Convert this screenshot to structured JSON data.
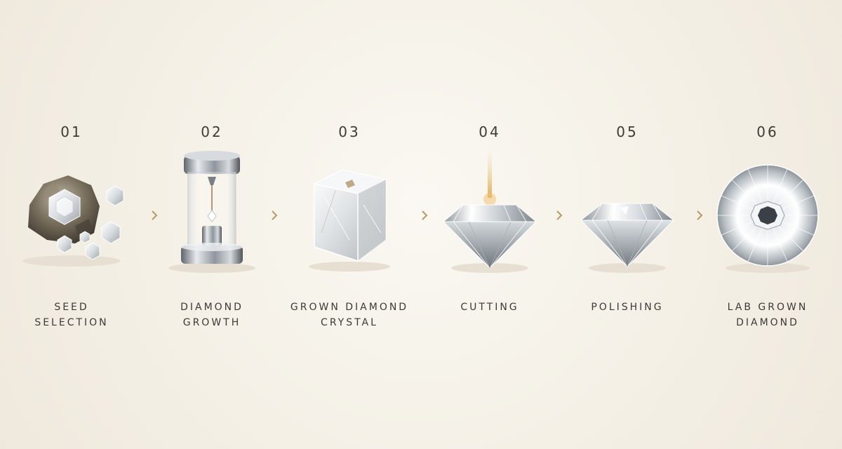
{
  "steps": [
    {
      "number": "01",
      "label_lines": [
        "SEED",
        "SELECTION"
      ],
      "icon": "rough-seed-stones-icon"
    },
    {
      "number": "02",
      "label_lines": [
        "DIAMOND",
        "GROWTH"
      ],
      "icon": "growth-reactor-icon"
    },
    {
      "number": "03",
      "label_lines": [
        "GROWN DIAMOND",
        "CRYSTAL"
      ],
      "icon": "diamond-crystal-cube-icon"
    },
    {
      "number": "04",
      "label_lines": [
        "CUTTING"
      ],
      "icon": "laser-cut-diamond-icon"
    },
    {
      "number": "05",
      "label_lines": [
        "POLISHING"
      ],
      "icon": "polished-diamond-icon"
    },
    {
      "number": "06",
      "label_lines": [
        "LAB GROWN",
        "DIAMOND"
      ],
      "icon": "round-brilliant-diamond-icon"
    }
  ],
  "colors": {
    "background": "#f4f0e6",
    "accent": "#b89a63",
    "text": "#3d3934",
    "metal": "#9aa0a6"
  }
}
